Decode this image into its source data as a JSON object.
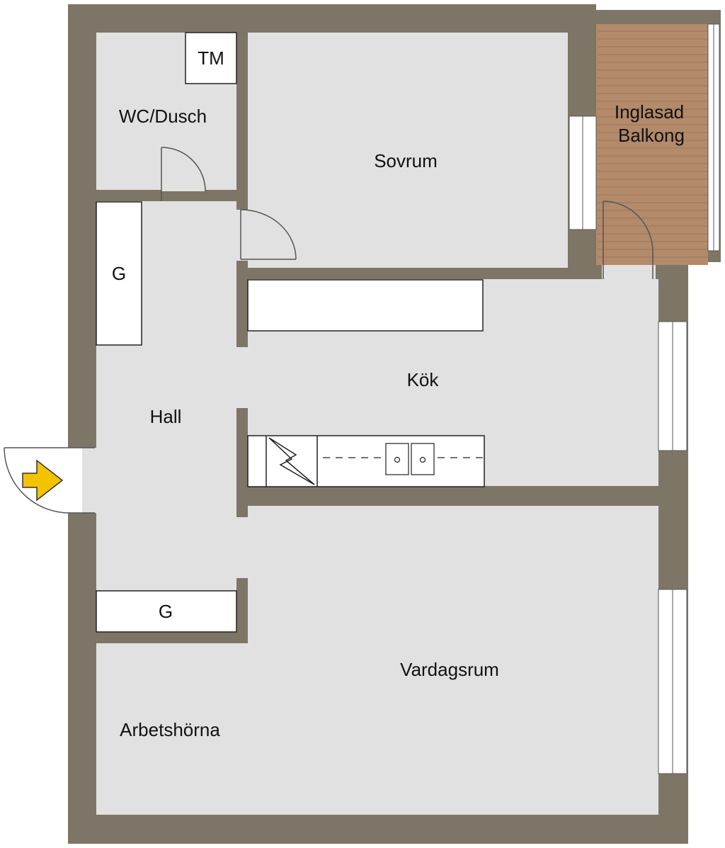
{
  "colors": {
    "wall": "#7d7667",
    "floor": "#e1e1e1",
    "balcony_wood": "#b38a6a",
    "balcony_line": "#8c6a4e",
    "entrance_arrow": "#f3c300",
    "appliance": "#ffffff"
  },
  "rooms": {
    "wc": "WC/Dusch",
    "sovrum": "Sovrum",
    "balkong_line1": "Inglasad",
    "balkong_line2": "Balkong",
    "kok": "Kök",
    "hall": "Hall",
    "vardagsrum": "Vardagsrum",
    "arbetshorna": "Arbetshörna"
  },
  "fixtures": {
    "washer": "TM",
    "wardrobe_upper": "G",
    "wardrobe_lower": "G"
  },
  "icons": {
    "entrance": "entrance-arrow-icon",
    "stove": "stove-icon",
    "sink": "sink-icon"
  }
}
